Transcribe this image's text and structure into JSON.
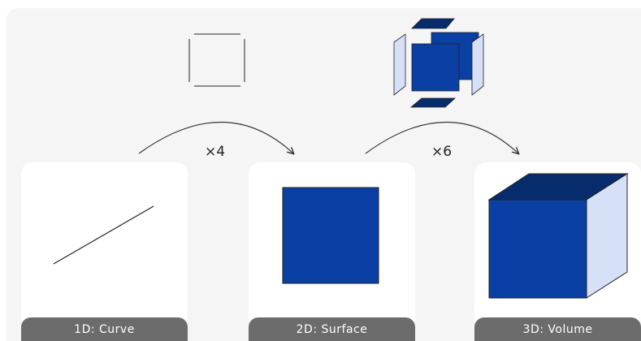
{
  "panels": [
    {
      "label": "1D: Curve"
    },
    {
      "label": "2D: Surface"
    },
    {
      "label": "3D: Volume"
    }
  ],
  "transitions": [
    {
      "multiplier": "×4"
    },
    {
      "multiplier": "×6"
    }
  ],
  "colors": {
    "face": "#0a3fa3",
    "face_dark": "#072c6b",
    "face_light": "#d6e1f8",
    "stroke": "#222222",
    "panel_bg": "#ffffff",
    "label_bg": "#6c6c6c",
    "background": "#f5f5f5"
  }
}
